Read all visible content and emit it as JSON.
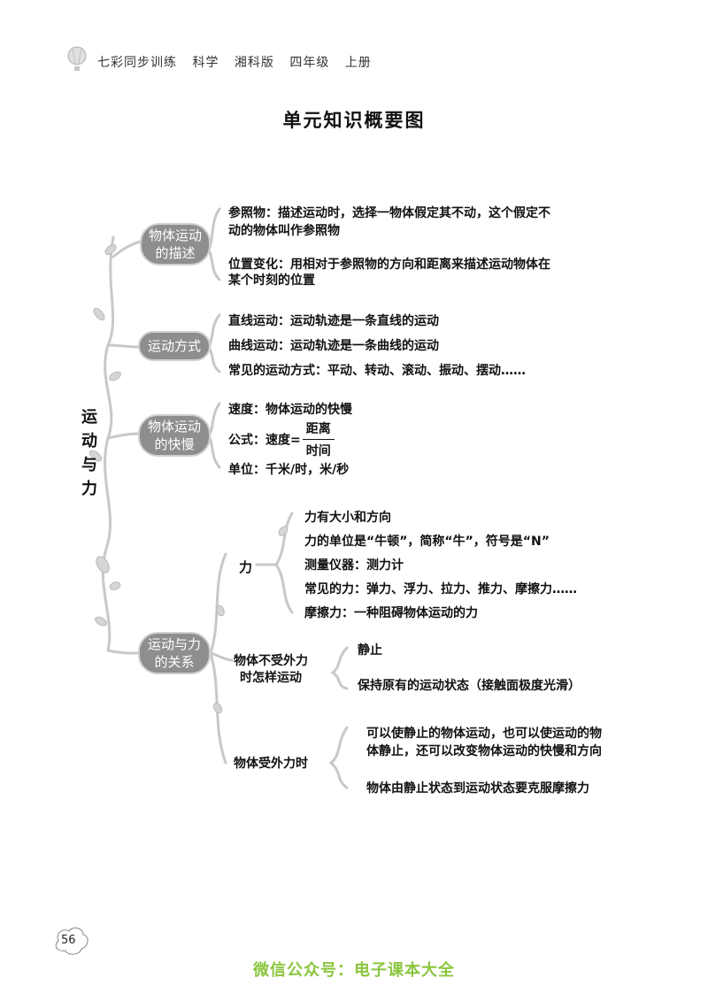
{
  "header": {
    "series": "七彩同步训练",
    "subject": "科学",
    "edition": "湘科版",
    "grade": "四年级",
    "volume": "上册"
  },
  "title": "单元知识概要图",
  "root": "运动与力",
  "sections": {
    "description": {
      "label": "物体运动\n的描述",
      "items": [
        "参照物：描述运动时，选择一物体假定其不动，这个假定不",
        "动的物体叫作参照物",
        "位置变化：用相对于参照物的方向和距离来描述运动物体在",
        "某个时刻的位置"
      ]
    },
    "modes": {
      "label": "运动方式",
      "items": [
        "直线运动：运动轨迹是一条直线的运动",
        "曲线运动：运动轨迹是一条曲线的运动",
        "常见的运动方式：平动、转动、滚动、振动、摆动……"
      ]
    },
    "speed": {
      "label": "物体运动\n的快慢",
      "speed_def": "速度：物体运动的快慢",
      "formula_prefix": "公式：速度=",
      "formula_numerator": "距离",
      "formula_denominator": "时间",
      "unit": "单位：千米/时，米/秒"
    },
    "force": {
      "label": "运动与力\n的关系",
      "force_node": "力",
      "force_items": [
        "力有大小和方向",
        "力的单位是“牛顿”，简称“牛”，符号是“N”",
        "测量仪器：测力计",
        "常见的力：弹力、浮力、拉力、推力、摩擦力……",
        "摩擦力：一种阻碍物体运动的力"
      ],
      "no_force_node": "物体不受外力\n时怎样运动",
      "no_force_items": [
        "静止",
        "保持原有的运动状态（接触面极度光滑）"
      ],
      "with_force_node": "物体受外力时",
      "with_force_items": [
        "可以使静止的物体运动，也可以使运动的物",
        "体静止，还可以改变物体运动的快慢和方向",
        "物体由静止状态到运动状态要克服摩擦力"
      ]
    }
  },
  "page_number": "56",
  "footer": "微信公众号：电子课本大全",
  "colors": {
    "pill": "#8e8e8e",
    "vine": "#c8c8c8",
    "footer": "#8bc63f"
  }
}
